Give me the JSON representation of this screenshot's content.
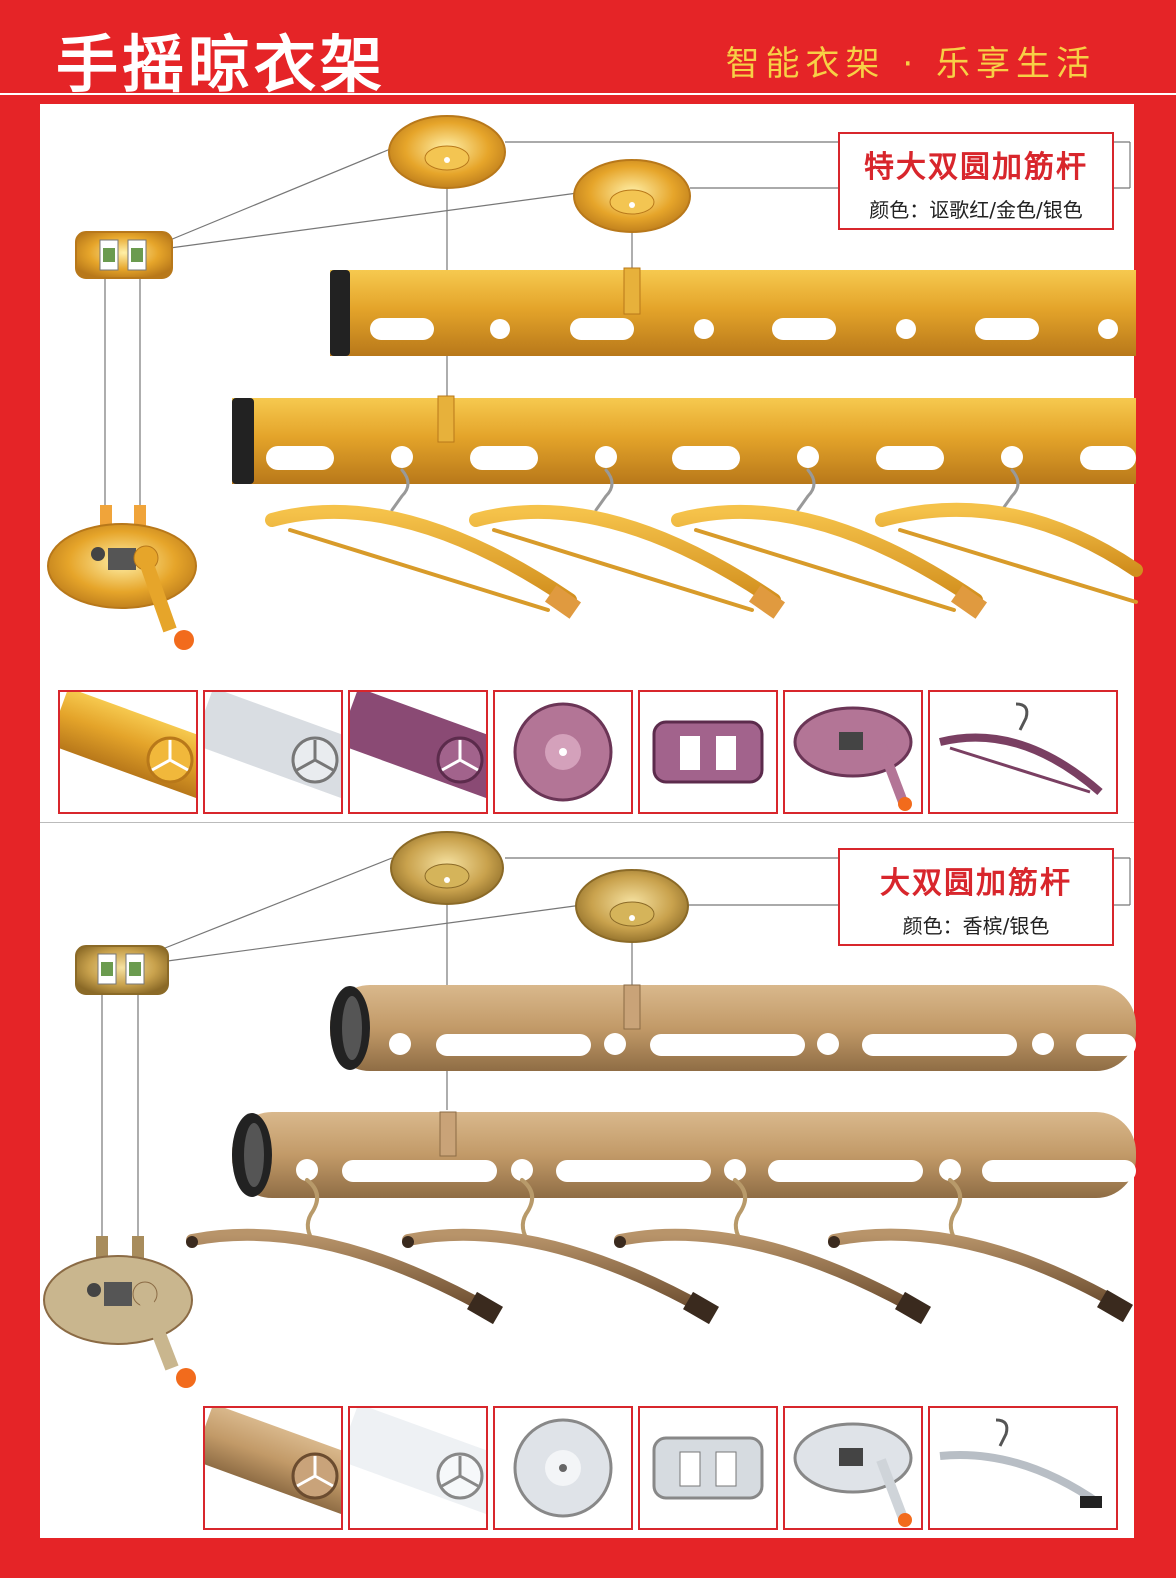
{
  "header": {
    "title": "手摇晾衣架",
    "slogan": "智能衣架 · 乐享生活"
  },
  "sections": [
    {
      "name": "特大双圆加筋杆",
      "colors": "颜色：讴歌红/金色/银色",
      "finish_primary": "#e0a12b",
      "finish_accent": "#b8781a"
    },
    {
      "name": "大双圆加筋杆",
      "colors": "颜色：香槟/银色",
      "finish_primary": "#c69b68",
      "finish_accent": "#8b6b45"
    }
  ],
  "thumbnails_top": [
    {
      "icon": "gold-tube-icon"
    },
    {
      "icon": "silver-tube-icon"
    },
    {
      "icon": "purple-tube-icon"
    },
    {
      "icon": "purple-ceiling-disc-icon"
    },
    {
      "icon": "purple-pulley-block-icon"
    },
    {
      "icon": "purple-crank-box-icon"
    },
    {
      "icon": "purple-hanger-icon"
    }
  ],
  "thumbnails_bottom": [
    {
      "icon": "champagne-tube-icon"
    },
    {
      "icon": "white-tube-icon"
    },
    {
      "icon": "silver-ceiling-disc-icon"
    },
    {
      "icon": "silver-pulley-block-icon"
    },
    {
      "icon": "silver-crank-box-icon"
    },
    {
      "icon": "silver-hanger-icon"
    }
  ]
}
